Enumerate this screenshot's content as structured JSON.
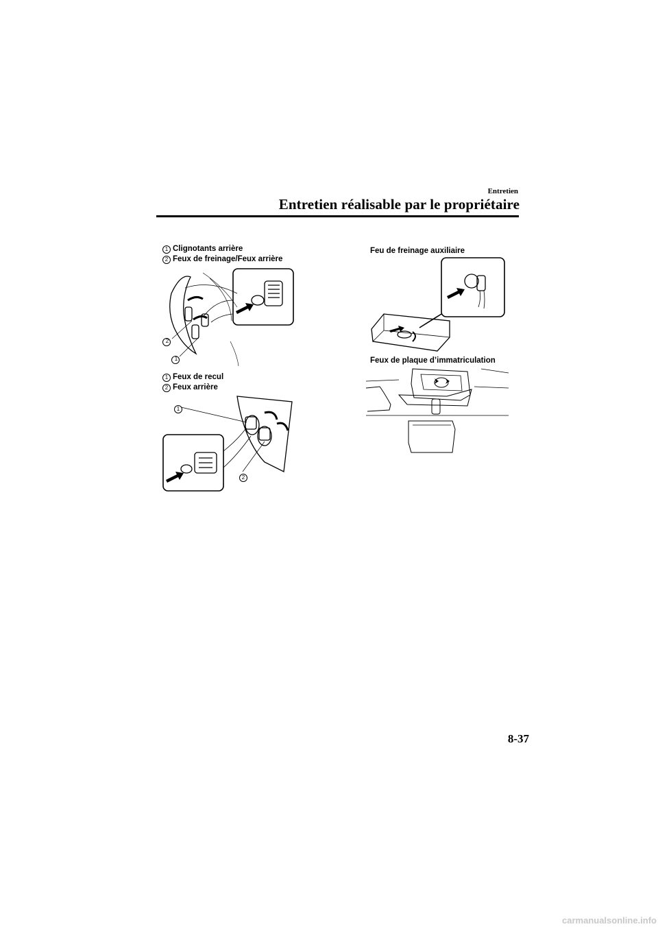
{
  "header": {
    "section": "Entretien",
    "title": "Entretien réalisable par le propriétaire"
  },
  "figures": {
    "rear_turn_brake": {
      "callouts": [
        {
          "num": "1",
          "label": "Clignotants arrière"
        },
        {
          "num": "2",
          "label": "Feux de freinage/Feux arrière"
        }
      ],
      "marker_1": "1",
      "marker_2": "2"
    },
    "reverse_tail": {
      "callouts": [
        {
          "num": "1",
          "label": "Feux de recul"
        },
        {
          "num": "2",
          "label": "Feux arrière"
        }
      ],
      "marker_1": "1",
      "marker_2": "2"
    },
    "aux_brake": {
      "caption": "Feu de freinage auxiliaire"
    },
    "plate": {
      "caption": "Feux de plaque d’immatriculation"
    }
  },
  "footer": {
    "page_number": "8-37",
    "watermark": "carmanualsonline.info"
  }
}
